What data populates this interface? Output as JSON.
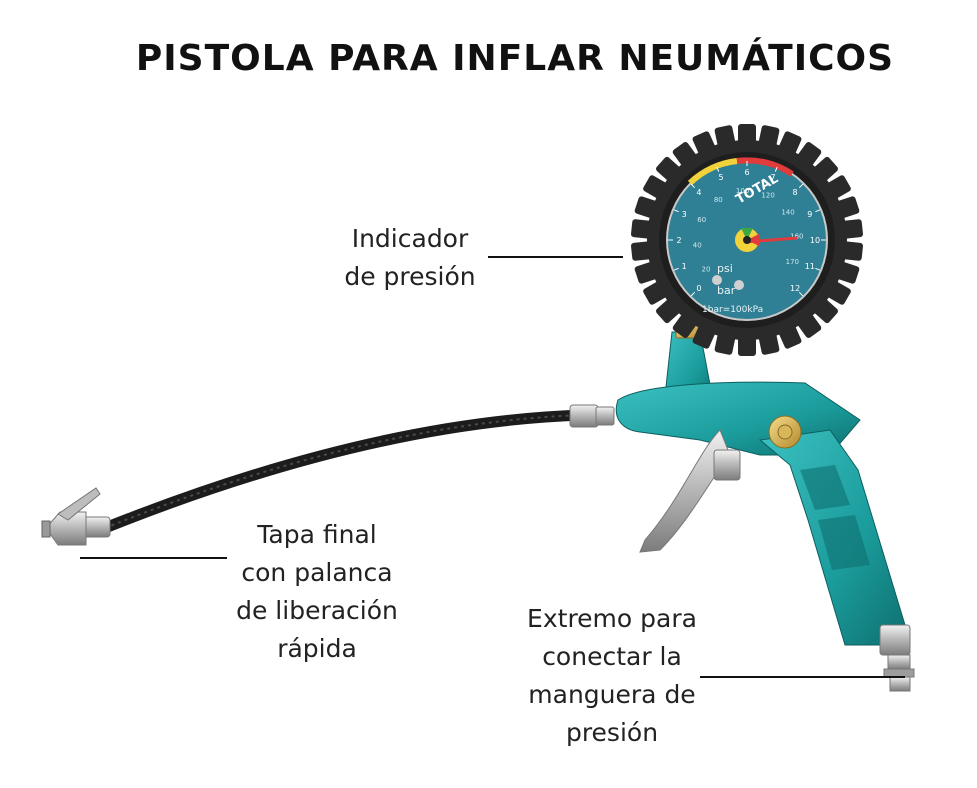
{
  "title": "PISTOLA PARA INFLAR NEUMÁTICOS",
  "gauge": {
    "brand": "TOTAL",
    "unit_psi": "psi",
    "unit_bar": "bar",
    "footnote": "1bar=100kPa",
    "bar_scale": [
      "0",
      "1",
      "2",
      "3",
      "4",
      "5",
      "6",
      "7",
      "8",
      "9",
      "10",
      "11",
      "12"
    ],
    "psi_scale": [
      "20",
      "40",
      "60",
      "80",
      "100",
      "120",
      "140",
      "160",
      "170"
    ]
  },
  "callouts": {
    "gauge": {
      "lines": [
        "Indicador",
        "de presión"
      ]
    },
    "end_cap": {
      "lines": [
        "Tapa final",
        "con palanca",
        "de liberación",
        "rápida"
      ]
    },
    "hose_end": {
      "lines": [
        "Extremo para",
        "conectar la",
        "manguera de",
        "presión"
      ]
    }
  },
  "colors": {
    "gun_body": "#1b9c9c",
    "gauge_face": "#2f7f95",
    "tyre_rim": "#2a2a2a",
    "hose": "#1c1c1c",
    "metal": "#c9c9c9"
  }
}
